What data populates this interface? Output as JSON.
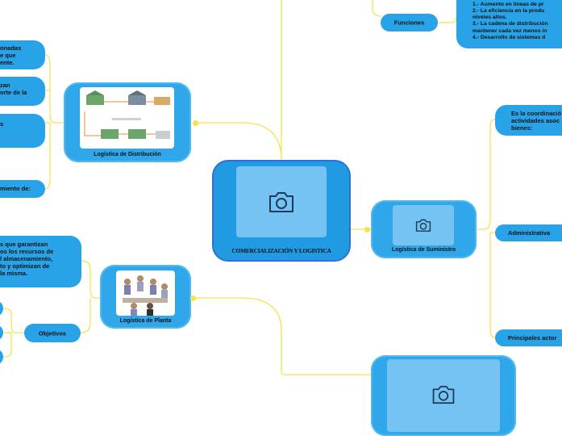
{
  "center": {
    "title": "COMERCIALIZACIÓN Y LOGISTICA"
  },
  "distribucion": {
    "title": "Logística de Distribución"
  },
  "planta": {
    "title": "Logística de Planta"
  },
  "suministro": {
    "title": "Logística de Suministro"
  },
  "funciones": {
    "label": "Funciones",
    "items": "1.- Aumento en líneas de pr\n2.- La eficiencia en la produ\nniveles altos.\n3.- La cadena de distribución\nmantener cada vez menos in\n4.- Desarrollo de sistemas d"
  },
  "left_leaves": {
    "leaf1": "onadas\ne que\nente.",
    "leaf2": "zan\norte de la",
    "leaf3": "s",
    "leaf4": "miento de:",
    "leaf5": "s que garantizan\nos los recursos de\nl almacenamiento,\nto y optimizan de\n la misma."
  },
  "objetivos": {
    "label": "Objetivos"
  },
  "right_leaves": {
    "coordinacion": "Es la coordinació\nactividades asoc\nbienes:",
    "administrativa": "Administrativa",
    "actores": "Principales actor"
  },
  "colors": {
    "node": "#29a3e8",
    "line": "#f7e24a",
    "center_border": "#2f6fd6"
  }
}
